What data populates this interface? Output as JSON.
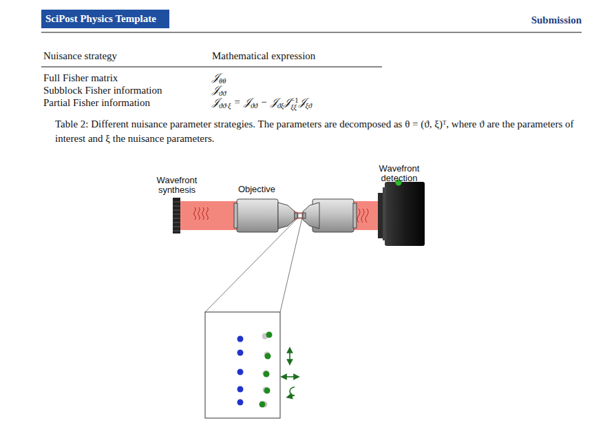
{
  "diagram": {
    "caption": "Table 2: Different nuisance parameter strategies. The parameters are decomposed as θ = (ϑ, ξ)ᵀ, where ϑ are the parameters of interest and ξ the nuisance parameters.",
    "labels": [
      "SciPost Physics Template",
      "Submission",
      "Nuisance strategy",
      "Mathematical expression",
      "Full Fisher matrix",
      "Subblock Fisher information",
      "Partial Fisher information",
      "𝒥",
      "θθ",
      "𝒥",
      "ϑϑ",
      "𝒥",
      "ϑϑ·ξ",
      "=",
      "𝒥",
      "ϑϑ",
      "−",
      "𝒥",
      "ϑξ",
      "𝒥",
      "ξξ",
      "−1",
      "𝒥",
      "ξϑ",
      "Wavefront synthesis",
      "Objective",
      "Wavefront detection"
    ]
  }
}
